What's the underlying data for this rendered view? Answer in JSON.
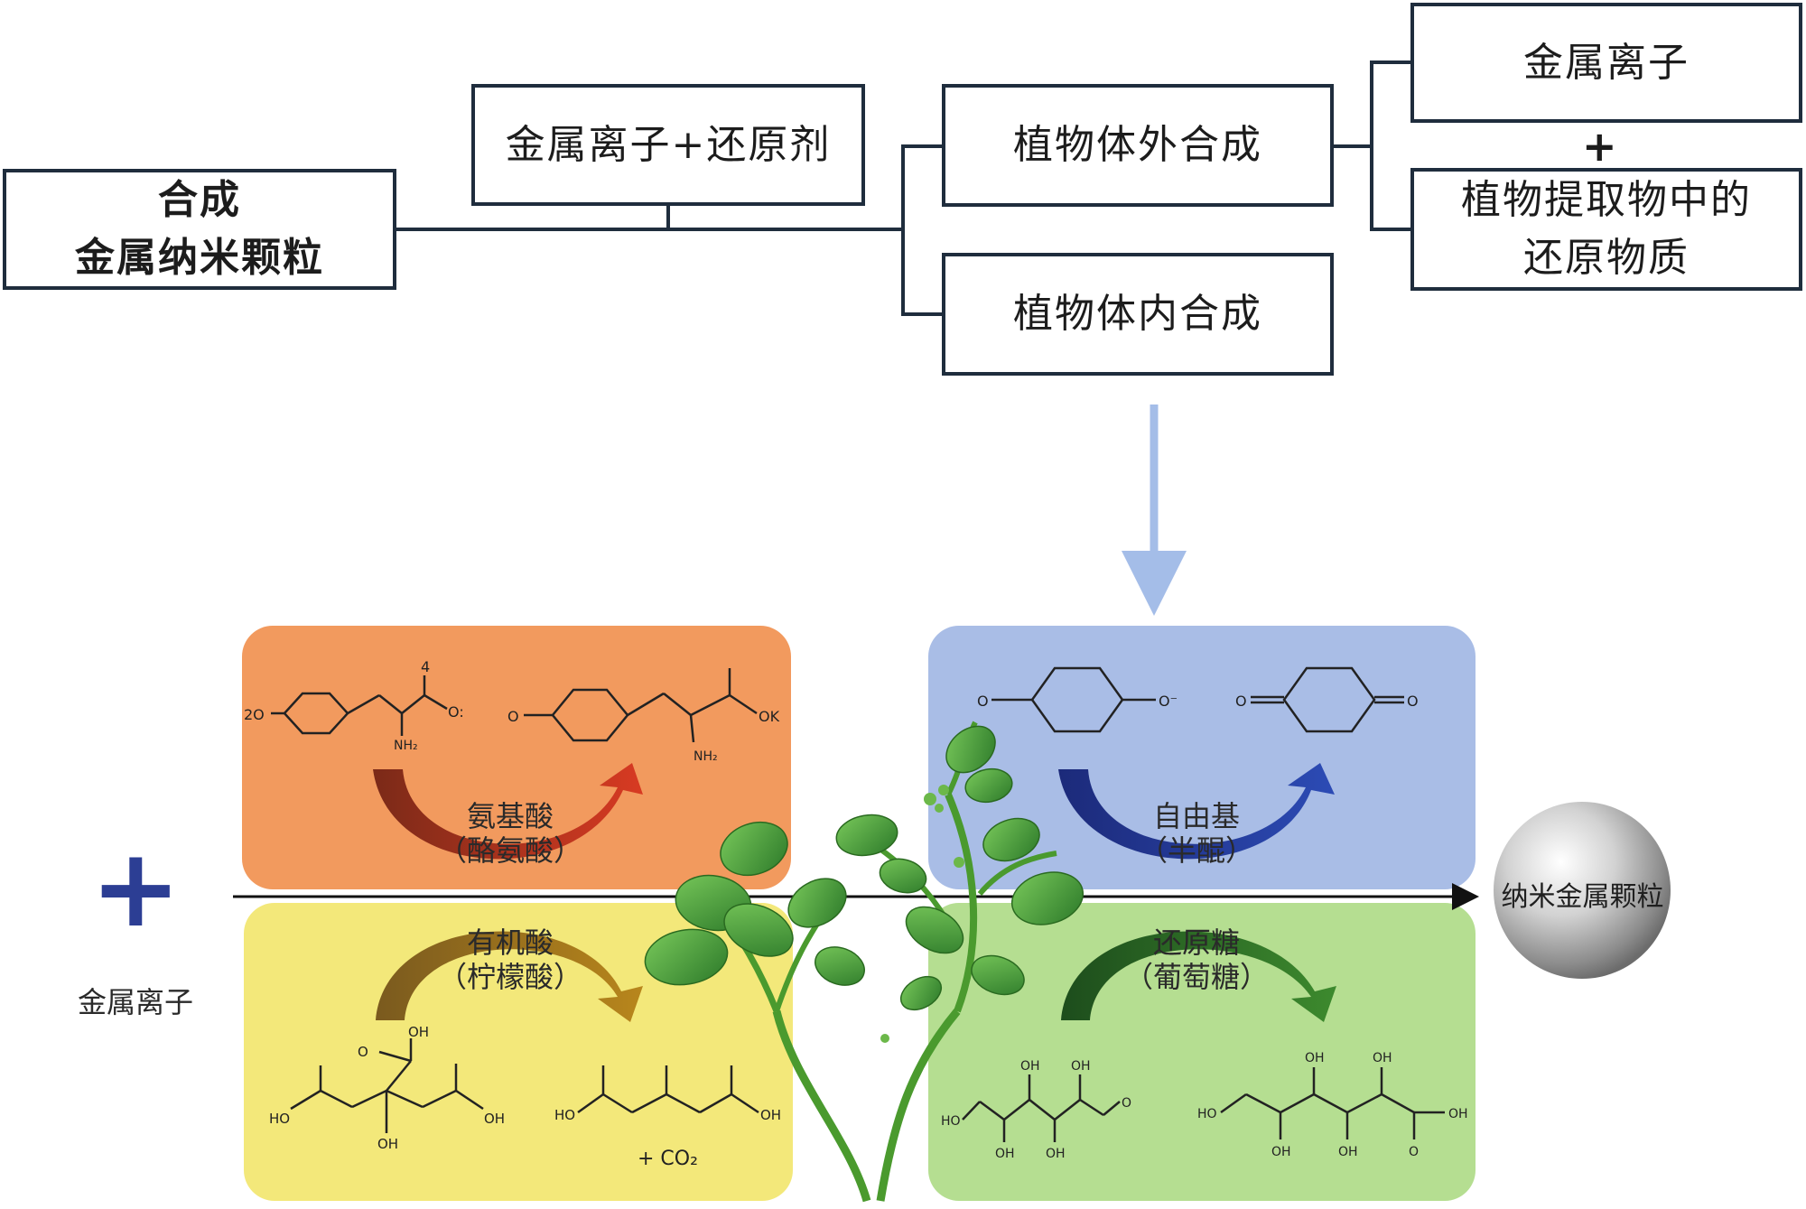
{
  "top": {
    "root": {
      "line1": "合成",
      "line2": "金属纳米颗粒"
    },
    "branch1": "金属离子+还原剂",
    "invitro": "植物体外合成",
    "invivo": "植物体内合成",
    "metal_ions": "金属离子",
    "plus": "+",
    "reducing": {
      "line1": "植物提取物中的",
      "line2": "还原物质"
    }
  },
  "panels": {
    "amino": {
      "name": "氨基酸",
      "example": "（酪氨酸）",
      "color": "#f29a5e"
    },
    "radical": {
      "name": "自由基",
      "example": "（半醌）",
      "color": "#a9bde6"
    },
    "organic": {
      "name": "有机酸",
      "example": "（柠檬酸）",
      "color": "#f3e87a"
    },
    "sugar": {
      "name": "还原糖",
      "example": "（葡萄糖）",
      "color": "#b5de91"
    }
  },
  "left": {
    "plus": "+",
    "label": "金属离子"
  },
  "product": {
    "label": "纳米金属颗粒"
  },
  "chem": {
    "tyr1": {
      "top": "4",
      "o_left": "2O",
      "o_right": "O:",
      "nh": "NH₂"
    },
    "tyr2": {
      "o_left": "O",
      "oh": "OK",
      "nh": "NH₂"
    },
    "sq1": {
      "o_left": "O",
      "o_right": "O⁻"
    },
    "sq2": {
      "o_left": "O",
      "o_right": "O"
    },
    "cit": {
      "oh_top": "OH",
      "o": "O",
      "ho": "HO",
      "oh_bottom": "OH",
      "oh_right": "OH"
    },
    "acetone": {
      "ho": "HO",
      "oh": "OH",
      "co2": "+ CO₂"
    },
    "glu1": {
      "oh1": "OH",
      "oh2": "OH",
      "ho": "HO",
      "oh3": "OH",
      "oh4": "OH",
      "o": "O"
    },
    "glu2": {
      "oh1": "OH",
      "oh2": "OH",
      "ho": "HO",
      "oh3": "OH",
      "oh4": "OH",
      "oh5": "OH",
      "o": "O"
    }
  }
}
